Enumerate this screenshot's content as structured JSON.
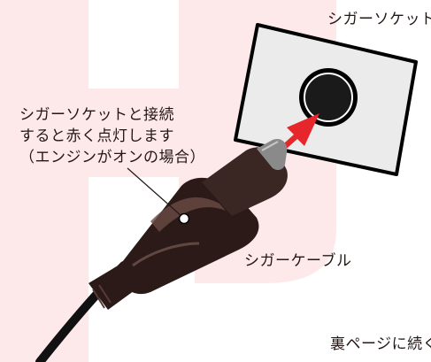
{
  "labels": {
    "socket": "シガーソケット",
    "lit_note": [
      "シガーソケットと接続",
      "すると赤く点灯します",
      "（エンジンがオンの場合）"
    ],
    "cable": "シガーケーブル",
    "continue": "裏ページに続く"
  },
  "colors": {
    "watermark": "#fde8ea",
    "plate_fill": "#ebebeb",
    "arrow": "#e7262b",
    "plug_body": "#2b1a18",
    "cord": "#111111",
    "text": "#231815"
  }
}
